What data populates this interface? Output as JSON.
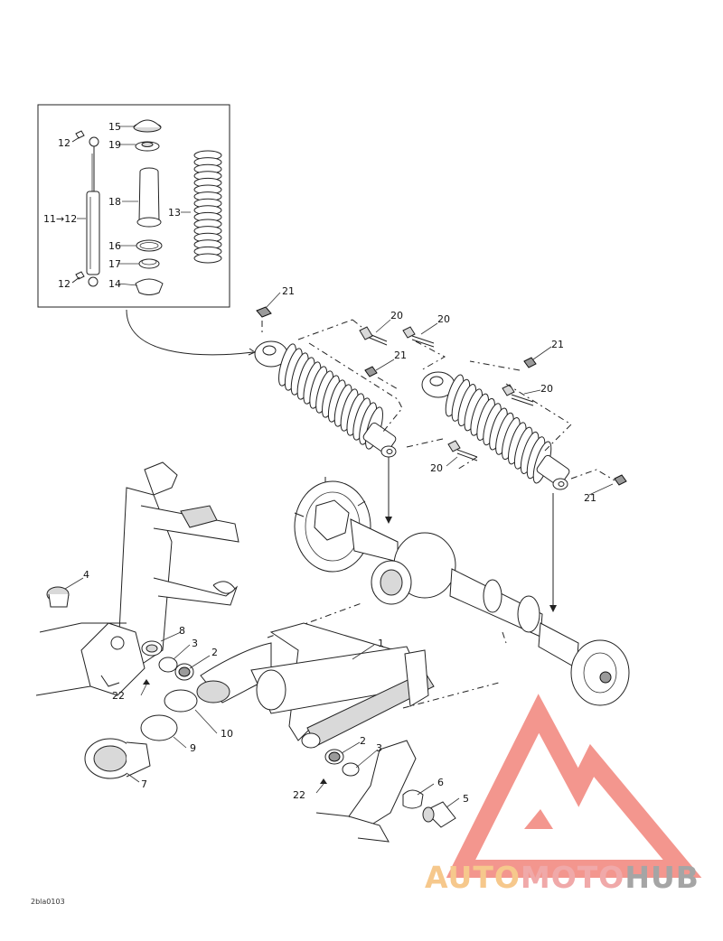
{
  "callouts": [
    {
      "id": "c1",
      "text": "1"
    },
    {
      "id": "c2a",
      "text": "2"
    },
    {
      "id": "c2b",
      "text": "2"
    },
    {
      "id": "c3a",
      "text": "3"
    },
    {
      "id": "c3b",
      "text": "3"
    },
    {
      "id": "c4",
      "text": "4"
    },
    {
      "id": "c5",
      "text": "5"
    },
    {
      "id": "c6",
      "text": "6"
    },
    {
      "id": "c7",
      "text": "7"
    },
    {
      "id": "c8",
      "text": "8"
    },
    {
      "id": "c9",
      "text": "9"
    },
    {
      "id": "c10",
      "text": "10"
    },
    {
      "id": "c11",
      "text": "11→12"
    },
    {
      "id": "c12a",
      "text": "12"
    },
    {
      "id": "c12b",
      "text": "12"
    },
    {
      "id": "c13",
      "text": "13"
    },
    {
      "id": "c14",
      "text": "14"
    },
    {
      "id": "c15",
      "text": "15"
    },
    {
      "id": "c16",
      "text": "16"
    },
    {
      "id": "c17",
      "text": "17"
    },
    {
      "id": "c18",
      "text": "18"
    },
    {
      "id": "c19",
      "text": "19"
    },
    {
      "id": "c20a",
      "text": "20"
    },
    {
      "id": "c20b",
      "text": "20"
    },
    {
      "id": "c20c",
      "text": "20"
    },
    {
      "id": "c20d",
      "text": "20"
    },
    {
      "id": "c21a",
      "text": "21"
    },
    {
      "id": "c21b",
      "text": "21"
    },
    {
      "id": "c21c",
      "text": "21"
    },
    {
      "id": "c21d",
      "text": "21"
    },
    {
      "id": "c22a",
      "text": "22"
    },
    {
      "id": "c22b",
      "text": "22"
    }
  ],
  "drawing_code": "2bla0103",
  "watermark": {
    "part1": "AUTO",
    "part2": "MOTO",
    "part3": "HUB",
    "colors": {
      "auto": "#f6c88c",
      "moto": "#f0a9a9",
      "hub": "#a5a5a5",
      "triangle": "#f28b82"
    }
  }
}
